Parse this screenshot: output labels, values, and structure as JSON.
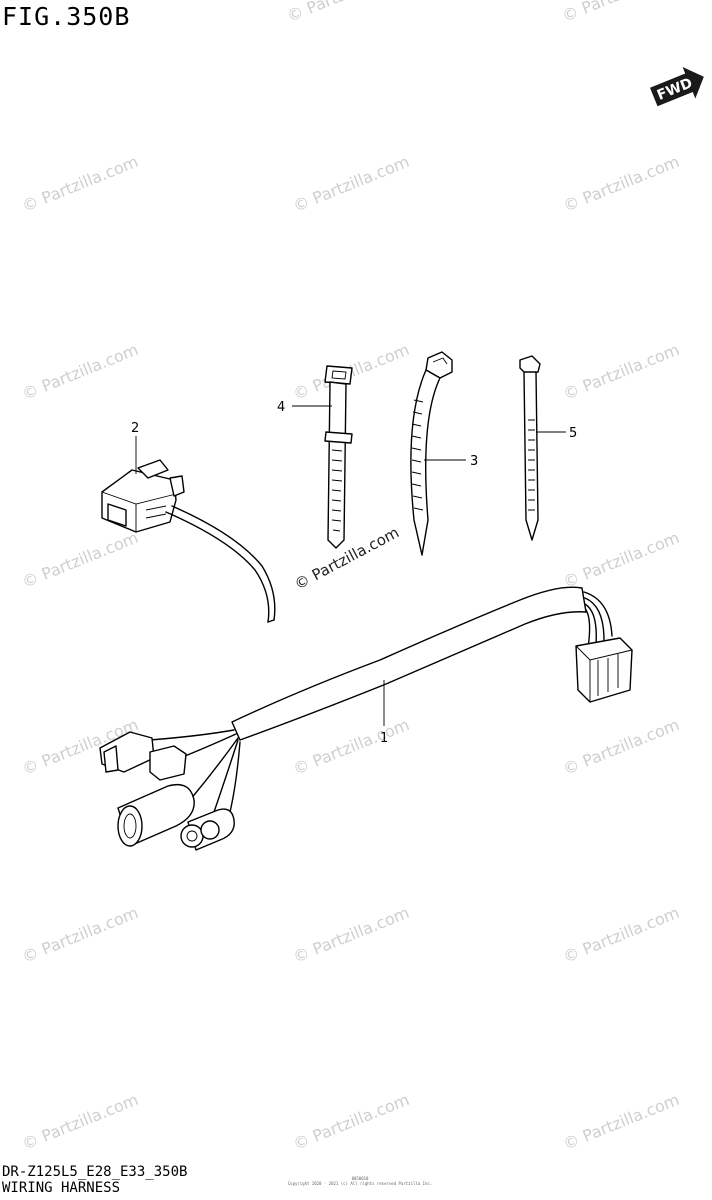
{
  "figure": {
    "title": "FIG.350B",
    "model_code": "DR-Z125L5_E28_E33_350B",
    "caption": "WIRING HARNESS",
    "copyright_line1": "0050010",
    "copyright_line2": "Copyright 2020 - 2021 (c) All rights reserved Partzilla Inc."
  },
  "fwd_badge": {
    "label": "FWD"
  },
  "watermark": {
    "text": "© Partzilla.com",
    "color": "#cfcfcf"
  },
  "callouts": [
    {
      "number": "1",
      "part": "wiring-harness"
    },
    {
      "number": "2",
      "part": "switch-connector"
    },
    {
      "number": "3",
      "part": "cable-tie-with-clip"
    },
    {
      "number": "4",
      "part": "velcro-band"
    },
    {
      "number": "5",
      "part": "cable-tie"
    }
  ]
}
